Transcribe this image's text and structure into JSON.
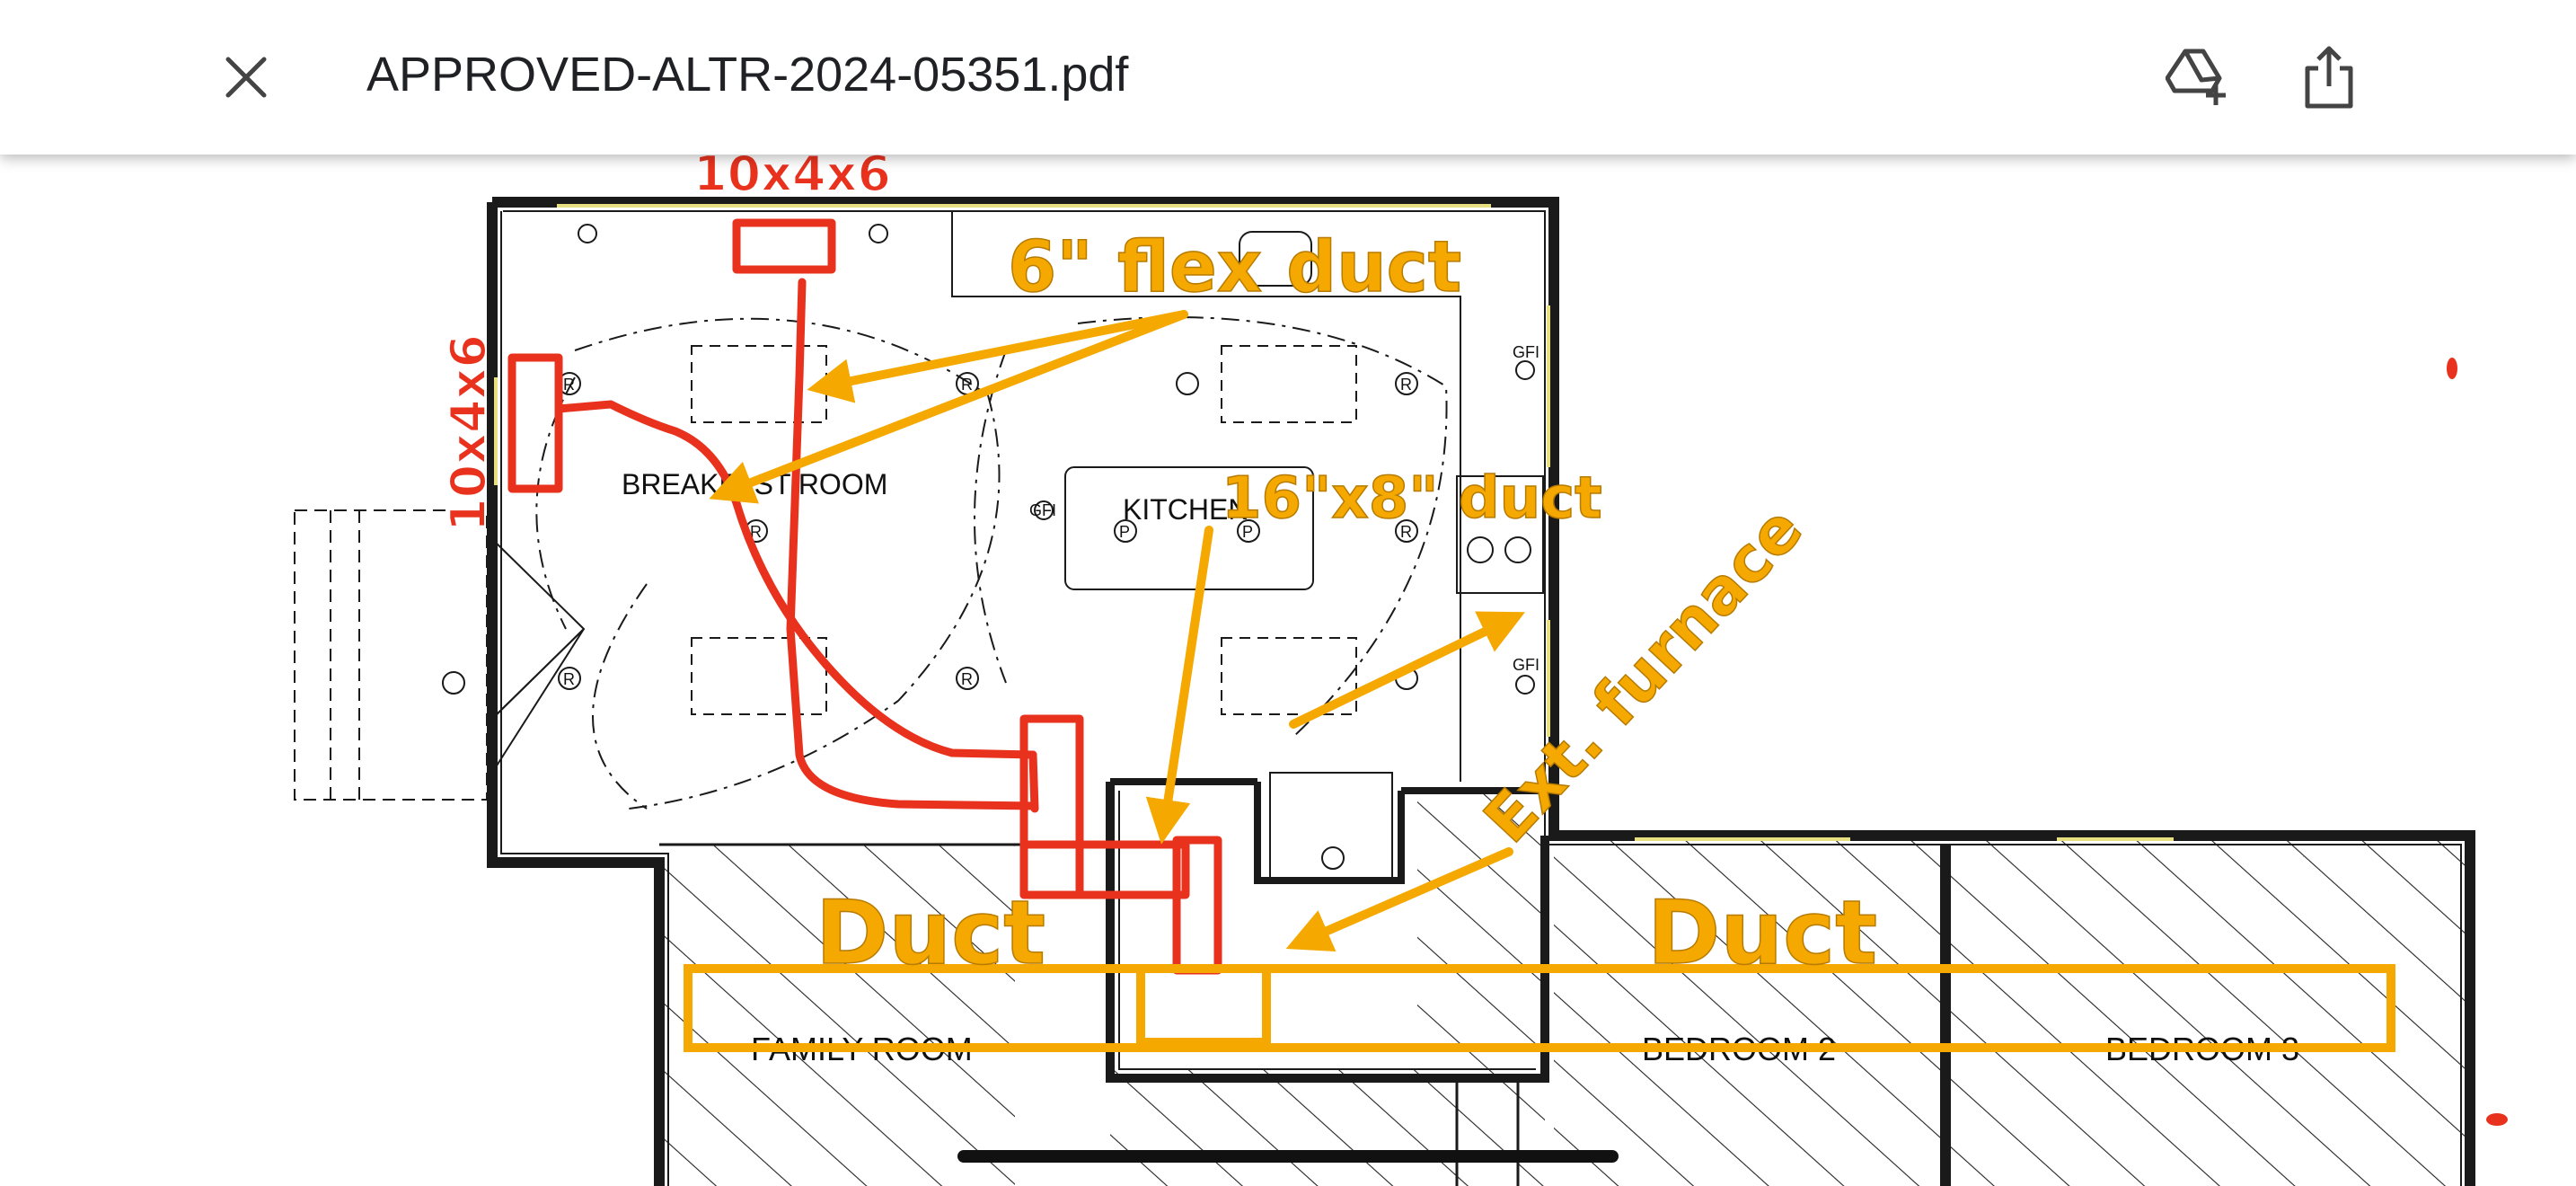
{
  "topbar": {
    "file_name": "APPROVED-ALTR-2024-05351.pdf",
    "close_icon": "close-icon",
    "drive_icon": "add-to-drive-icon",
    "share_icon": "share-icon"
  },
  "plan": {
    "rooms": {
      "breakfast_room": "BREAKFAST ROOM",
      "kitchen": "KITCHEN",
      "family_room": "FAMILY ROOM",
      "bedroom_2": "BEDROOM 2",
      "bedroom_3": "BEDROOM 3"
    },
    "symbols": {
      "gfi": "GFI",
      "r": "R",
      "p": "P"
    }
  },
  "annotations": {
    "top_register": "10x4x6",
    "left_register": "10x4x6",
    "flex_duct": "6\" flex duct",
    "main_duct": "16\"x8\" duct",
    "ext_furnace": "Ext. furnace",
    "duct_left": "Duct",
    "duct_right": "Duct"
  },
  "colors": {
    "annotation_red": "#e8321e",
    "annotation_orange": "#f5a800",
    "plan_line": "#1a1a1a",
    "wall_fill": "#ffffff"
  }
}
